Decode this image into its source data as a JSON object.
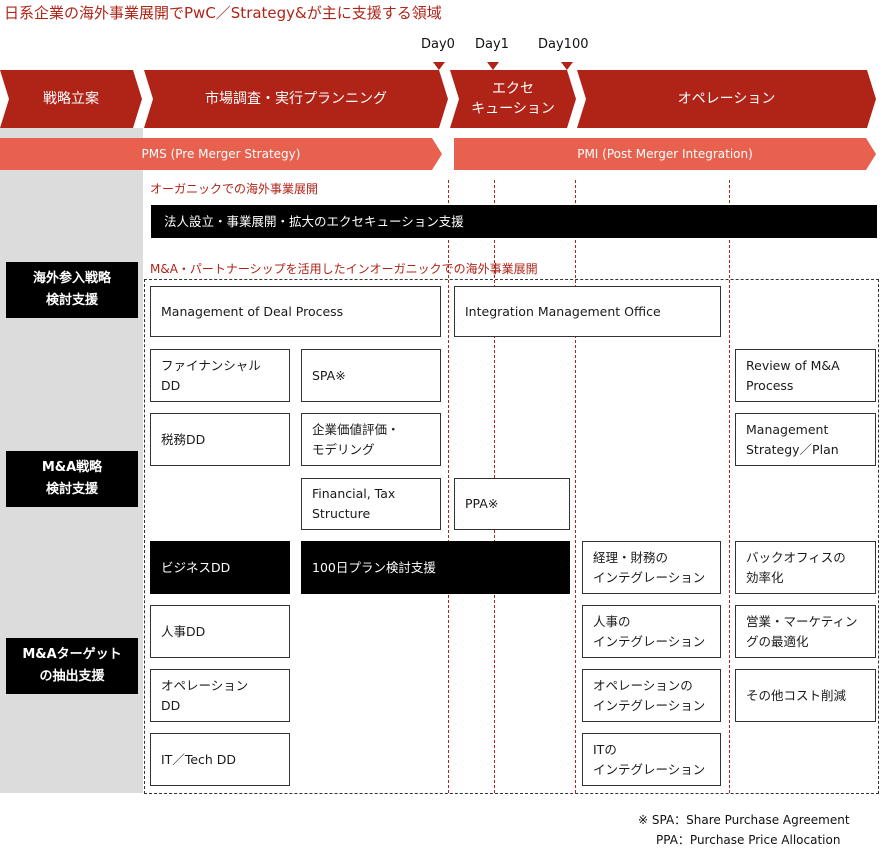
{
  "title": "日系企業の海外事業展開でPwC／Strategy&が主に支援する領域",
  "days": {
    "day0": "Day0",
    "day1": "Day1",
    "day100": "Day100"
  },
  "phases": {
    "strategy": "戦略立案",
    "research": "市場調査・実行プランニング",
    "execution_line1": "エクセ",
    "execution_line2": "キューション",
    "operation": "オペレーション"
  },
  "stages": {
    "pms": "PMS (Pre Merger Strategy)",
    "pmi": "PMI (Post Merger Integration)"
  },
  "side_labels": {
    "overseas_line1": "海外参入戦略",
    "overseas_line2": "検討支援",
    "ma_line1": "M&A戦略",
    "ma_line2": "検討支援",
    "target_line1": "M&Aターゲット",
    "target_line2": "の抽出支援"
  },
  "sections": {
    "organic": "オーガニックでの海外事業展開",
    "inorganic": "M&A・パートナーシップを活用したインオーガニックでの海外事業展開"
  },
  "boxes": {
    "corp_setup": "法人設立・事業展開・拡大のエクセキューション支援",
    "deal_process": "Management of Deal Process",
    "imo": "Integration Management Office",
    "financial_dd_line1": "ファイナンシャル",
    "financial_dd_line2": "DD",
    "spa": "SPA※",
    "review_line1": "Review of M&A",
    "review_line2": "Process",
    "tax_dd": "税務DD",
    "valuation_line1": "企業価値評価・",
    "valuation_line2": "モデリング",
    "mgmt_strategy_line1": "Management",
    "mgmt_strategy_line2": "Strategy／Plan",
    "fin_tax_line1": "Financial, Tax",
    "fin_tax_line2": "Structure",
    "ppa": "PPA※",
    "business_dd": "ビジネスDD",
    "plan100": "100日プラン検討支援",
    "accounting_line1": "経理・財務の",
    "accounting_line2": "インテグレーション",
    "backoffice_line1": "バックオフィスの",
    "backoffice_line2": "効率化",
    "hr_dd": "人事DD",
    "hr_int_line1": "人事の",
    "hr_int_line2": "インテグレーション",
    "sales_line1": "営業・マーケティン",
    "sales_line2": "グの最適化",
    "ops_dd_line1": "オペレーション",
    "ops_dd_line2": "DD",
    "ops_int_line1": "オペレーションの",
    "ops_int_line2": "インテグレーション",
    "other_cost": "その他コスト削減",
    "it_dd": "IT／Tech DD",
    "it_int_line1": "ITの",
    "it_int_line2": "インテグレーション"
  },
  "notes": {
    "spa": "※ SPA：Share Purchase Agreement",
    "ppa": "PPA：Purchase Price Allocation"
  },
  "colors": {
    "accent": "#b02418",
    "stage": "#e8614e",
    "sidebar": "#dcdcdc"
  }
}
